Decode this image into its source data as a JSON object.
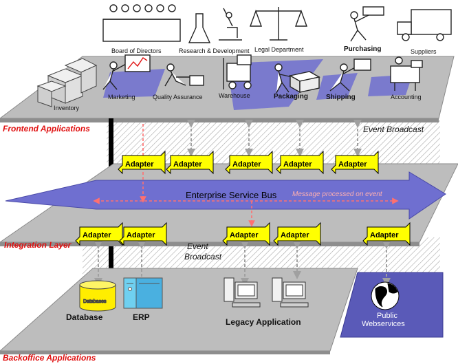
{
  "layers": {
    "frontend": "Frontend Applications",
    "integration": "Integration Layer",
    "backoffice": "Backoffice Applications"
  },
  "frontend": {
    "departments_top": [
      "Board of Directors",
      "Research & Development",
      "Legal Department",
      "Purchasing",
      "Suppliers"
    ],
    "departments_bottom": [
      "Inventory",
      "Marketing",
      "Quality Assurance",
      "Warehouse",
      "Packaging",
      "Shipping",
      "Accounting"
    ],
    "event_broadcast": "Event Broadcast"
  },
  "integration": {
    "bus_label": "Enterprise Service Bus",
    "message_label": "Message processed on event",
    "event_broadcast_line1": "Event",
    "event_broadcast_line2": "Broadcast",
    "adapter_label": "Adapter"
  },
  "backoffice": {
    "database": "Database",
    "database_can": "Databases",
    "erp": "ERP",
    "legacy": "Legacy Application",
    "public_line1": "Public",
    "public_line2": "Webservices"
  },
  "colors": {
    "plane": "#bdbdbd",
    "plane_edge": "#8a8a8a",
    "bus": "#6f6fd0",
    "adapter": "#ffff00",
    "layer_label": "#e01010",
    "connector": "#a0a0a0",
    "message": "#ff7070",
    "webservices": "#5a5ab8"
  }
}
